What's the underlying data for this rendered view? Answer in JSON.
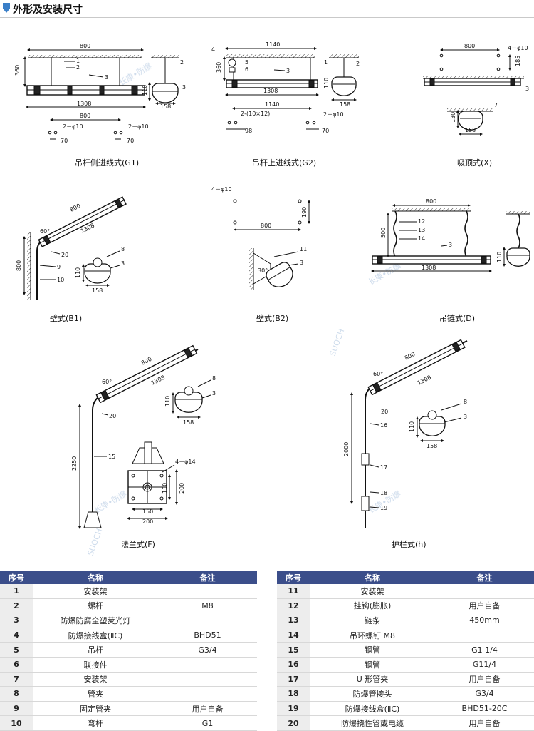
{
  "section_title": "外形及安装尺寸",
  "watermark_text": "长康•防爆",
  "watermark_brand": "SUOCH",
  "captions": {
    "g1": "吊杆侧进线式(G1)",
    "g2": "吊杆上进线式(G2)",
    "x": "吸顶式(X)",
    "b1": "壁式(B1)",
    "b2": "壁式(B2)",
    "d": "吊链式(D)",
    "f": "法兰式(F)",
    "h": "护栏式(h)"
  },
  "dims": {
    "d800": "800",
    "d1140": "1140",
    "d1308": "1308",
    "d360": "360",
    "d110": "110",
    "d158": "158",
    "d70": "70",
    "d98": "98",
    "d185": "185",
    "d130": "130",
    "d190": "190",
    "d500": "500",
    "d2250": "2250",
    "d2000": "2000",
    "d150": "150",
    "d200": "200",
    "a60": "60°",
    "a30": "30°",
    "phi10_2": "2－φ10",
    "phi10_4": "4－φ10",
    "phi14_4": "4－φ14",
    "p2x10x12": "2-(10×12)"
  },
  "callouts": {
    "n1": "1",
    "n2": "2",
    "n3": "3",
    "n4": "4",
    "n5": "5",
    "n6": "6",
    "n7": "7",
    "n8": "8",
    "n9": "9",
    "n10": "10",
    "n11": "11",
    "n12": "12",
    "n13": "13",
    "n14": "14",
    "n15": "15",
    "n16": "16",
    "n17": "17",
    "n18": "18",
    "n19": "19",
    "n20": "20"
  },
  "table": {
    "headers": [
      "序号",
      "名称",
      "备注"
    ],
    "left_rows": [
      {
        "no": "1",
        "name": "安装架",
        "note": ""
      },
      {
        "no": "2",
        "name": "螺杆",
        "note": "M8"
      },
      {
        "no": "3",
        "name": "防爆防腐全塑荧光灯",
        "note": ""
      },
      {
        "no": "4",
        "name": "防爆接线盒(ⅡC)",
        "note": "BHD51"
      },
      {
        "no": "5",
        "name": "吊杆",
        "note": "G3/4"
      },
      {
        "no": "6",
        "name": "联接件",
        "note": ""
      },
      {
        "no": "7",
        "name": "安装架",
        "note": ""
      },
      {
        "no": "8",
        "name": "管夹",
        "note": ""
      },
      {
        "no": "9",
        "name": "固定管夹",
        "note": "用户自备"
      },
      {
        "no": "10",
        "name": "弯杆",
        "note": "G1"
      }
    ],
    "right_rows": [
      {
        "no": "11",
        "name": "安装架",
        "note": ""
      },
      {
        "no": "12",
        "name": "挂钩(膨胀)",
        "note": "用户自备"
      },
      {
        "no": "13",
        "name": "链条",
        "note": "450mm"
      },
      {
        "no": "14",
        "name": "吊环螺钉 M8",
        "note": ""
      },
      {
        "no": "15",
        "name": "钢管",
        "note": "G1 1/4"
      },
      {
        "no": "16",
        "name": "钢管",
        "note": "G11/4"
      },
      {
        "no": "17",
        "name": "U 形管夹",
        "note": "用户自备"
      },
      {
        "no": "18",
        "name": "防爆管接头",
        "note": "G3/4"
      },
      {
        "no": "19",
        "name": "防爆接线盒(ⅡC)",
        "note": "BHD51-20C"
      },
      {
        "no": "20",
        "name": "防爆挠性管或电缆",
        "note": "用户自备"
      }
    ]
  },
  "colors": {
    "header_bg": "#3b4e8a",
    "header_text": "#ffffff",
    "accent": "#3a7fc8",
    "number_cell": "#ededed"
  }
}
